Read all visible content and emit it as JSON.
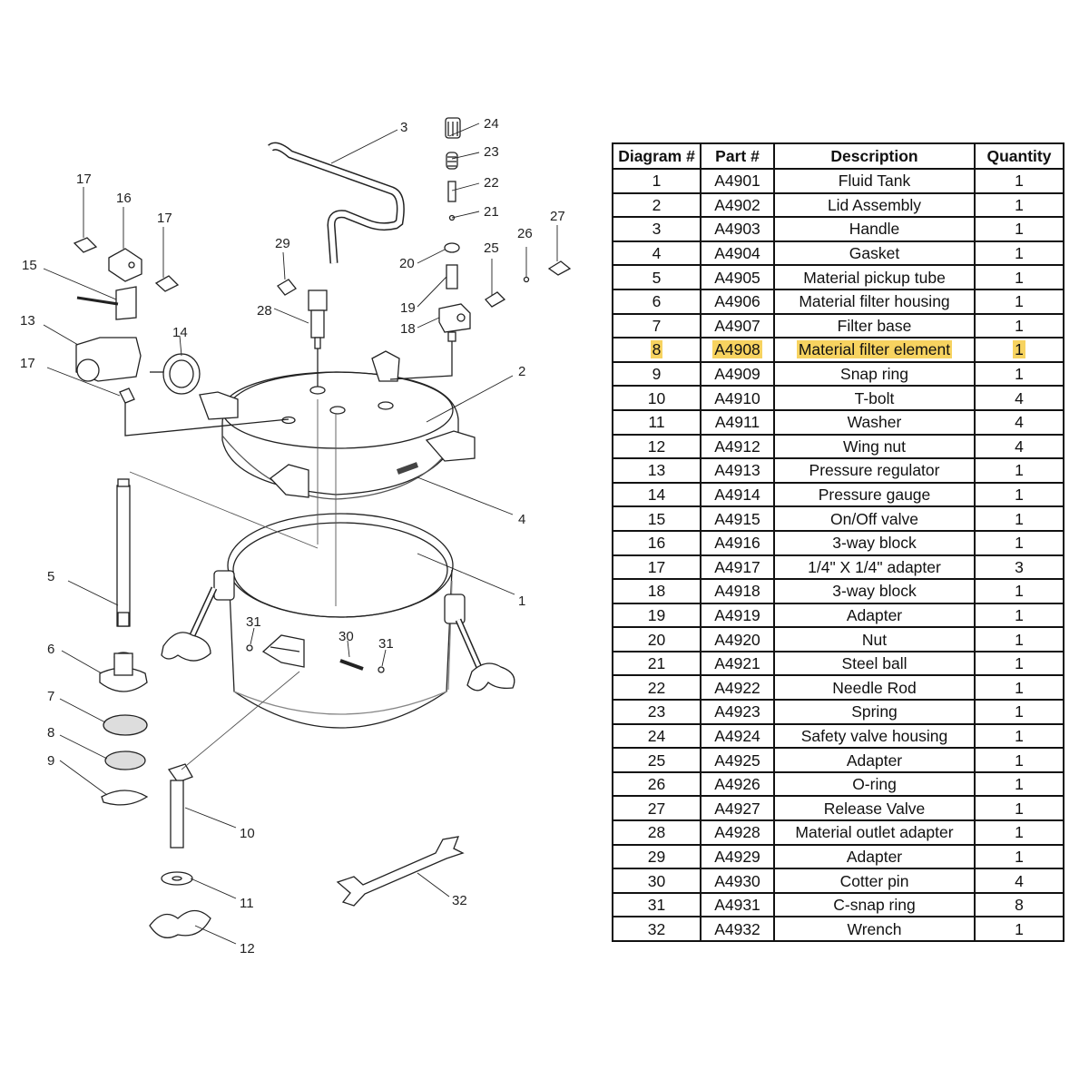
{
  "diagram": {
    "callouts": [
      "1",
      "2",
      "3",
      "4",
      "5",
      "6",
      "7",
      "8",
      "9",
      "10",
      "11",
      "12",
      "13",
      "14",
      "15",
      "16",
      "17",
      "17",
      "17",
      "18",
      "19",
      "20",
      "21",
      "22",
      "23",
      "24",
      "25",
      "26",
      "27",
      "28",
      "29",
      "30",
      "31",
      "31",
      "32"
    ]
  },
  "parts_table": {
    "columns": [
      "Diagram #",
      "Part #",
      "Description",
      "Quantity"
    ],
    "rows": [
      [
        "1",
        "A4901",
        "Fluid Tank",
        "1"
      ],
      [
        "2",
        "A4902",
        "Lid Assembly",
        "1"
      ],
      [
        "3",
        "A4903",
        "Handle",
        "1"
      ],
      [
        "4",
        "A4904",
        "Gasket",
        "1"
      ],
      [
        "5",
        "A4905",
        "Material pickup tube",
        "1"
      ],
      [
        "6",
        "A4906",
        "Material filter housing",
        "1"
      ],
      [
        "7",
        "A4907",
        "Filter base",
        "1"
      ],
      [
        "8",
        "A4908",
        "Material filter element",
        "1"
      ],
      [
        "9",
        "A4909",
        "Snap ring",
        "1"
      ],
      [
        "10",
        "A4910",
        "T-bolt",
        "4"
      ],
      [
        "11",
        "A4911",
        "Washer",
        "4"
      ],
      [
        "12",
        "A4912",
        "Wing nut",
        "4"
      ],
      [
        "13",
        "A4913",
        "Pressure regulator",
        "1"
      ],
      [
        "14",
        "A4914",
        "Pressure gauge",
        "1"
      ],
      [
        "15",
        "A4915",
        "On/Off valve",
        "1"
      ],
      [
        "16",
        "A4916",
        "3-way block",
        "1"
      ],
      [
        "17",
        "A4917",
        "1/4\" X 1/4\" adapter",
        "3"
      ],
      [
        "18",
        "A4918",
        "3-way block",
        "1"
      ],
      [
        "19",
        "A4919",
        "Adapter",
        "1"
      ],
      [
        "20",
        "A4920",
        "Nut",
        "1"
      ],
      [
        "21",
        "A4921",
        "Steel ball",
        "1"
      ],
      [
        "22",
        "A4922",
        "Needle Rod",
        "1"
      ],
      [
        "23",
        "A4923",
        "Spring",
        "1"
      ],
      [
        "24",
        "A4924",
        "Safety valve housing",
        "1"
      ],
      [
        "25",
        "A4925",
        "Adapter",
        "1"
      ],
      [
        "26",
        "A4926",
        "O-ring",
        "1"
      ],
      [
        "27",
        "A4927",
        "Release Valve",
        "1"
      ],
      [
        "28",
        "A4928",
        "Material outlet adapter",
        "1"
      ],
      [
        "29",
        "A4929",
        "Adapter",
        "1"
      ],
      [
        "30",
        "A4930",
        "Cotter pin",
        "4"
      ],
      [
        "31",
        "A4931",
        "C-snap ring",
        "8"
      ],
      [
        "32",
        "A4932",
        "Wrench",
        "1"
      ]
    ],
    "highlighted_row": "8",
    "highlight_color": "#f7d360"
  }
}
